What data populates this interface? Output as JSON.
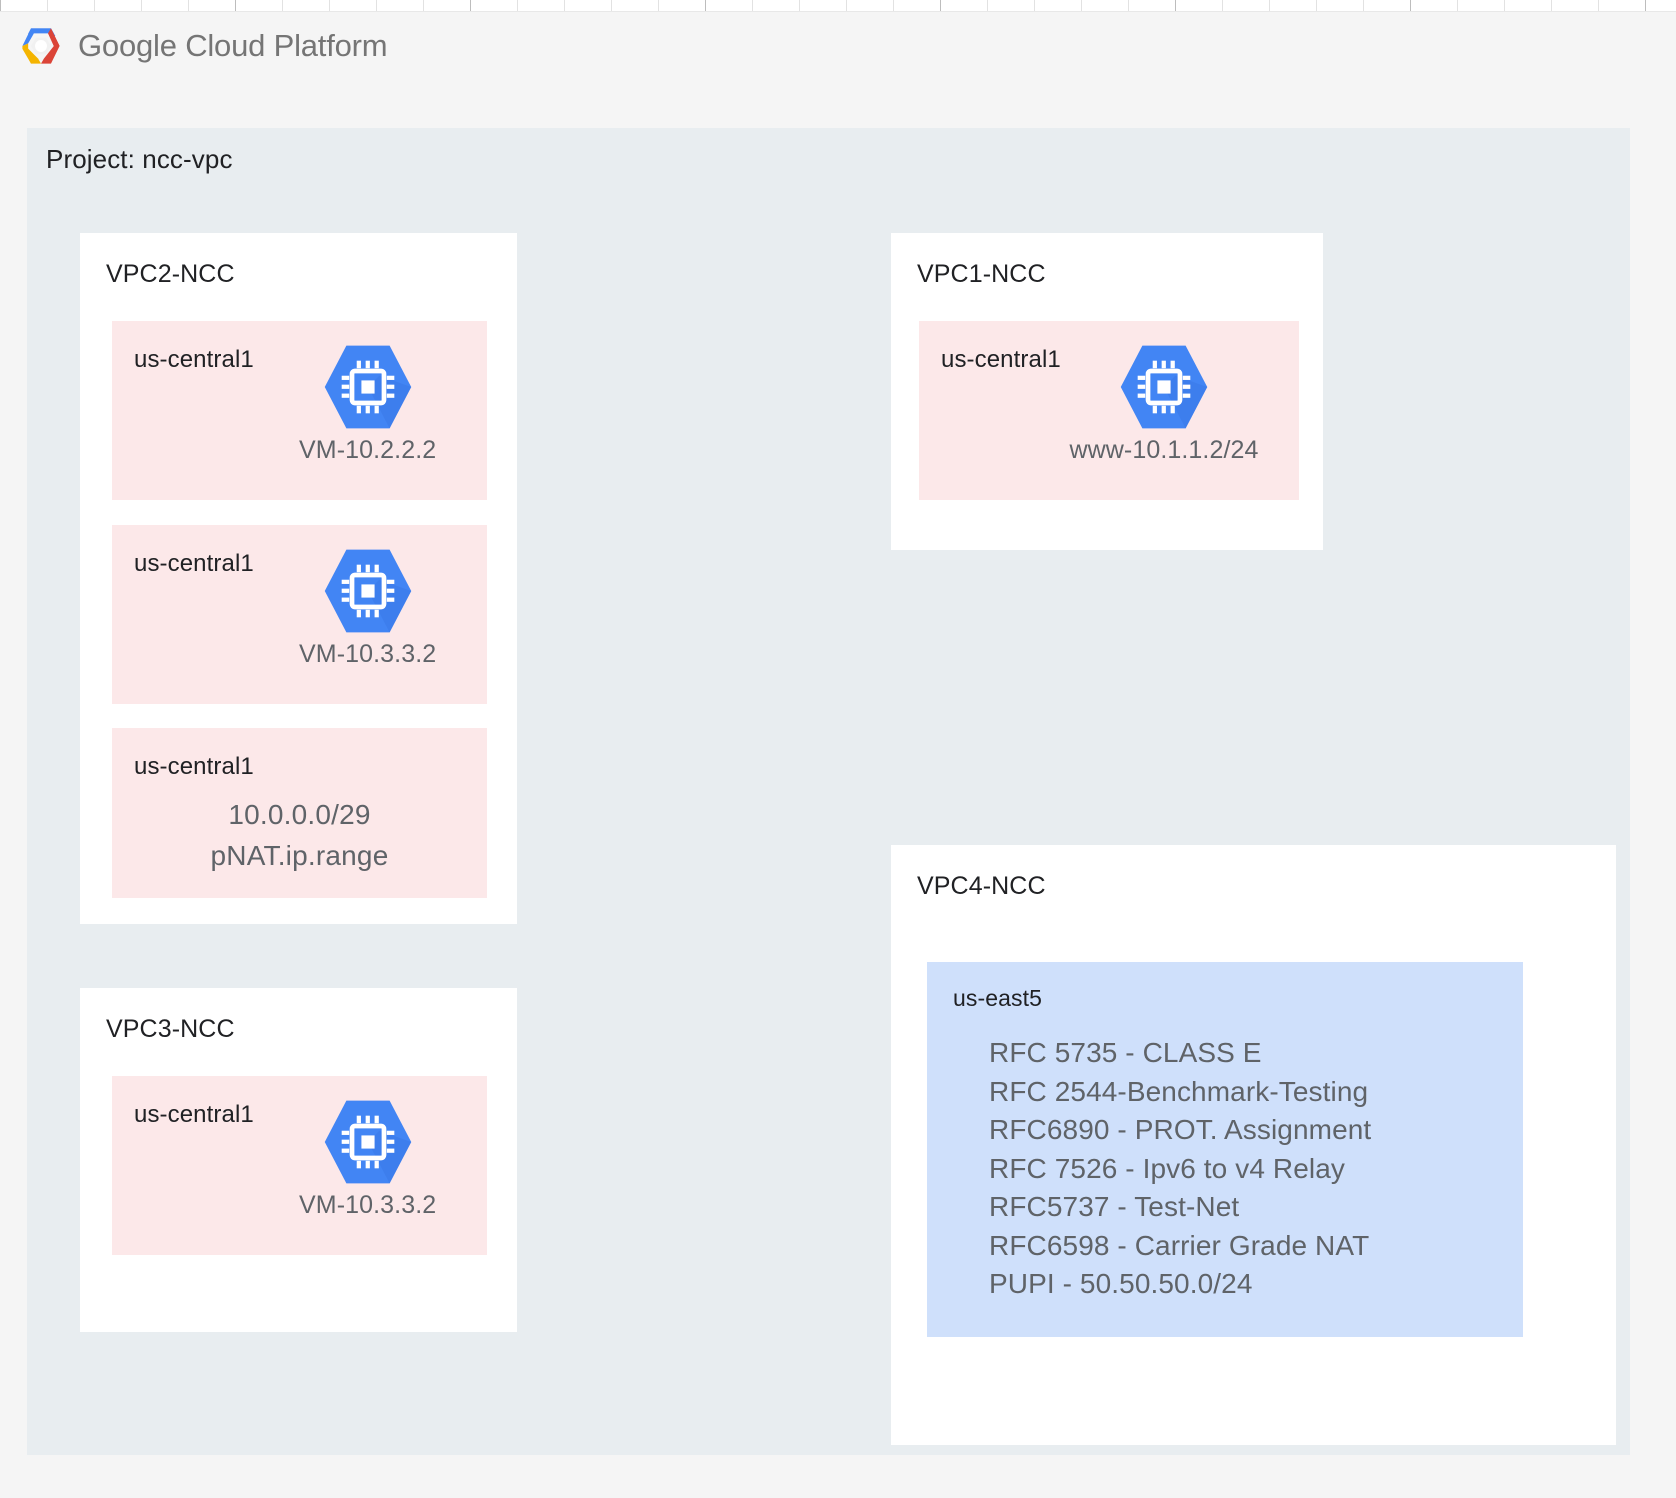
{
  "ruler": {
    "tick_count": 36,
    "tick_spacing": 47,
    "major_every": 5
  },
  "brand": {
    "logo_icon": "google-cloud-hexagon-logo",
    "name_part1": "Google",
    "name_part2": "Cloud Platform",
    "logo_colors": {
      "blue": "#4285F4",
      "red": "#DB4437",
      "yellow": "#F4B400",
      "center": "#F1F1F1"
    }
  },
  "project": {
    "title": "Project: ncc-vpc",
    "background": "#e8edf0"
  },
  "palette": {
    "vm_hexagon": "#4285F4",
    "vm_hexagon_shadow": "#3f78e0",
    "zone_pink": "#fce8e9",
    "zone_blue": "#cfe0fb",
    "panel_white": "#ffffff",
    "text_primary": "#202124",
    "text_secondary": "#5f6368"
  },
  "vpcs": [
    {
      "id": "vpc2",
      "title": "VPC2-NCC",
      "zones": [
        {
          "id": "vpc2-zone-a",
          "label": "us-central1",
          "color": "pink",
          "vm": {
            "icon": "compute-vm-icon",
            "label": "VM-10.2.2.2"
          }
        },
        {
          "id": "vpc2-zone-b",
          "label": "us-central1",
          "color": "pink",
          "vm": {
            "icon": "compute-vm-icon",
            "label": "VM-10.3.3.2"
          }
        },
        {
          "id": "vpc2-zone-c",
          "label": "us-central1",
          "color": "pink",
          "text_lines": [
            "10.0.0.0/29",
            "pNAT.ip.range"
          ]
        }
      ]
    },
    {
      "id": "vpc3",
      "title": "VPC3-NCC",
      "zones": [
        {
          "id": "vpc3-zone-a",
          "label": "us-central1",
          "color": "pink",
          "vm": {
            "icon": "compute-vm-icon",
            "label": "VM-10.3.3.2"
          }
        }
      ]
    },
    {
      "id": "vpc1",
      "title": "VPC1-NCC",
      "zones": [
        {
          "id": "vpc1-zone-a",
          "label": "us-central1",
          "color": "pink",
          "vm": {
            "icon": "compute-vm-icon",
            "label": "www-10.1.1.2/24"
          }
        }
      ]
    },
    {
      "id": "vpc4",
      "title": "VPC4-NCC",
      "zones": [
        {
          "id": "vpc4-zone-a",
          "label": "us-east5",
          "color": "blue",
          "rfc_lines": [
            "RFC 5735 - CLASS E",
            "RFC 2544-Benchmark-Testing",
            "RFC6890 - PROT. Assignment",
            "RFC 7526 - Ipv6 to v4 Relay",
            "RFC5737 - Test-Net",
            "RFC6598 - Carrier Grade NAT",
            "PUPI - 50.50.50.0/24"
          ]
        }
      ]
    }
  ]
}
